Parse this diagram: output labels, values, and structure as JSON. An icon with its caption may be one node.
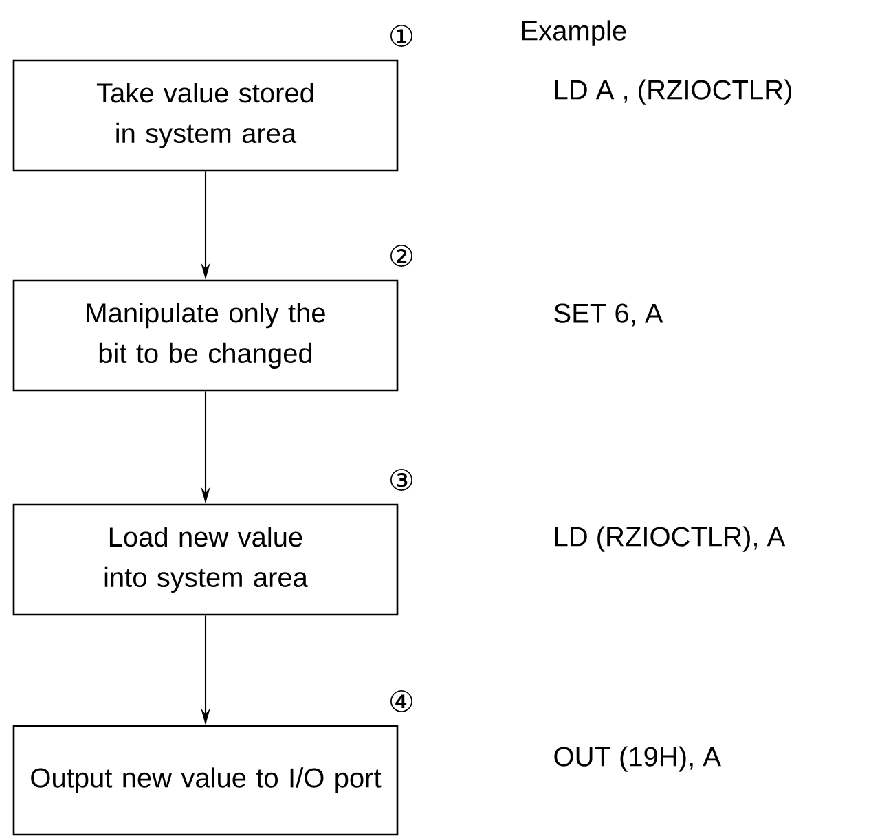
{
  "diagram": {
    "nodes": [
      {
        "text": [
          "Take value stored in system area"
        ],
        "beside": [
          "①"
        ]
      },
      {
        "text": [
          "Manipulate only the bit to be changed"
        ],
        "beside": [
          "②"
        ]
      },
      {
        "text": [
          "Load new value into system area"
        ],
        "beside": [
          "③"
        ]
      },
      {
        "text": [
          "Output new value to I/O port"
        ],
        "beside": [
          "④"
        ]
      }
    ],
    "edges": [
      {
        "from": 0,
        "to": 1,
        "arrow": "to"
      },
      {
        "from": 1,
        "to": 2,
        "arrow": "to"
      },
      {
        "from": 2,
        "to": 3,
        "arrow": "to"
      }
    ],
    "labels": [
      "Example",
      "LD  A , (RZIOCTLR)",
      "SET  6, A",
      "LD  (RZIOCTLR), A",
      "OUT  (19H), A"
    ]
  }
}
